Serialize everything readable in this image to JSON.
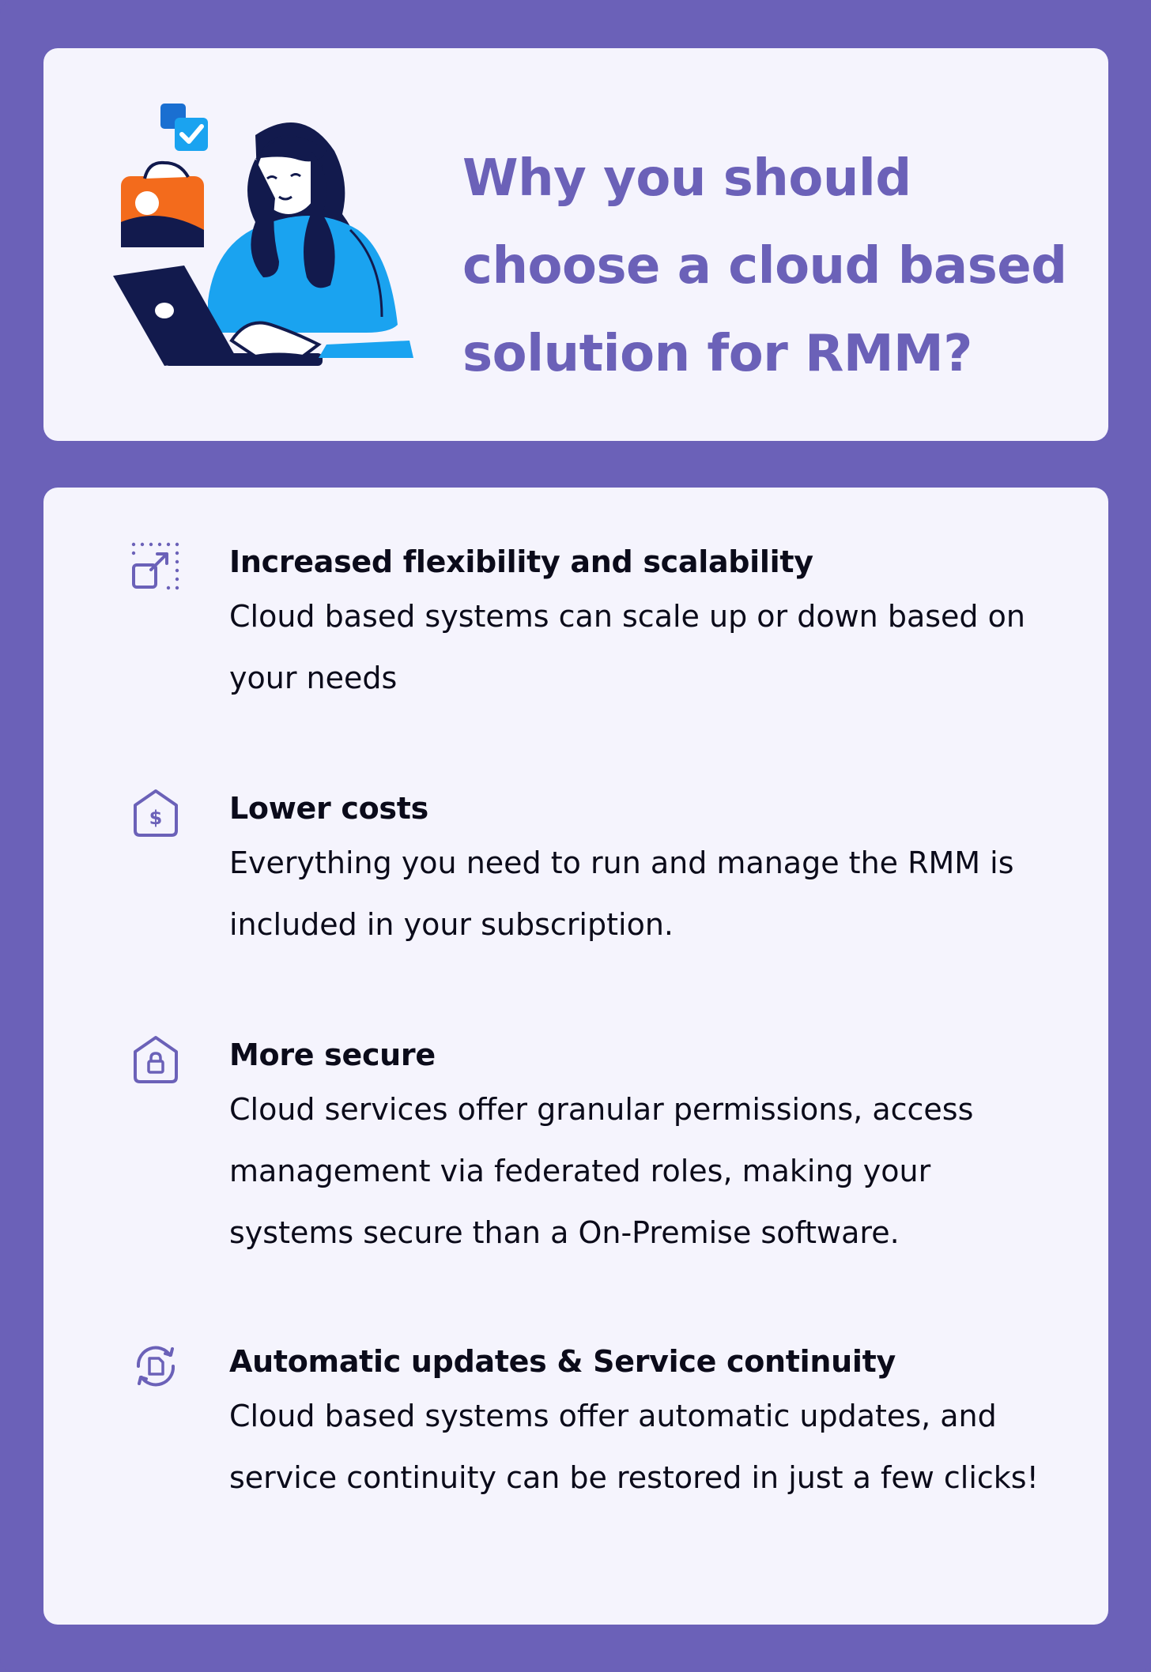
{
  "header": {
    "title": "Why you should choose a cloud based solution for RMM?"
  },
  "features": [
    {
      "icon": "scale-resize-icon",
      "title": "Increased flexibility and scalability",
      "description": "Cloud based systems can scale up or down based on your needs"
    },
    {
      "icon": "dollar-shield-icon",
      "title": "Lower costs",
      "description": "Everything you need to run and manage the RMM is included in your subscription."
    },
    {
      "icon": "lock-shield-icon",
      "title": "More secure",
      "description": "Cloud services offer granular permissions, access management via federated roles, making your systems secure than a On-Premise software."
    },
    {
      "icon": "sync-document-icon",
      "title": "Automatic updates & Service continuity",
      "description": "Cloud based systems offer automatic updates, and service continuity can be restored in just a few clicks!"
    }
  ],
  "colors": {
    "background": "#6b61b8",
    "card": "#f5f4fd",
    "accent": "#6b61b8",
    "text": "#0b0b1a",
    "illustration_blue": "#1aa3f0",
    "illustration_navy": "#121a4d",
    "illustration_orange": "#f36b1c"
  }
}
